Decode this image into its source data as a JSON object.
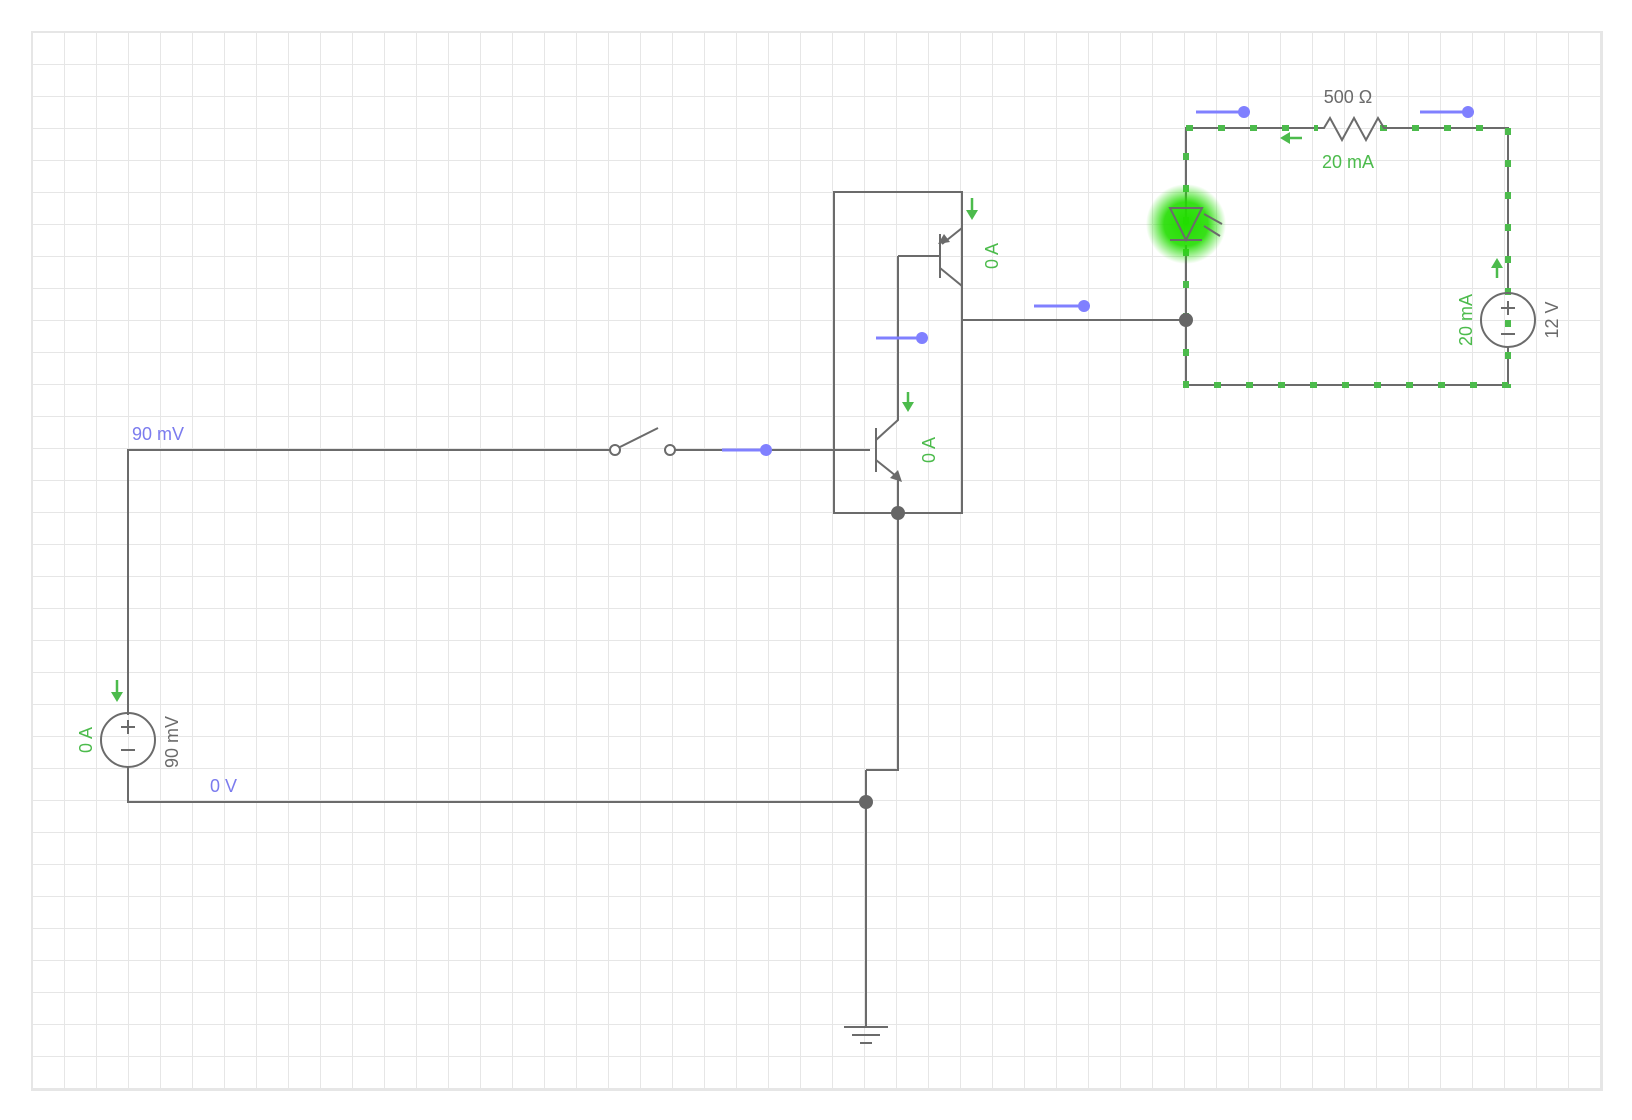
{
  "circuit": {
    "input_source": {
      "voltage_label": "90 mV",
      "current_label": "0 A",
      "node_voltage_top": "90 mV",
      "node_voltage_bottom": "0 V"
    },
    "transistor_lower": {
      "current_label": "0 A"
    },
    "transistor_upper": {
      "current_label": "0 A"
    },
    "resistor": {
      "value_label": "500 Ω",
      "current_label": "20 mA"
    },
    "supply_source": {
      "voltage_label": "12 V",
      "current_label": "20 mA"
    },
    "led": {
      "state": "on",
      "glow_color": "#22dd00"
    },
    "switch": {
      "state": "open"
    }
  },
  "colors": {
    "wire": "#6b6b6b",
    "voltage_text": "#7b7bee",
    "current_text": "#4cbb4c",
    "probe": "#8080ff",
    "grid": "#e6e6e6"
  }
}
